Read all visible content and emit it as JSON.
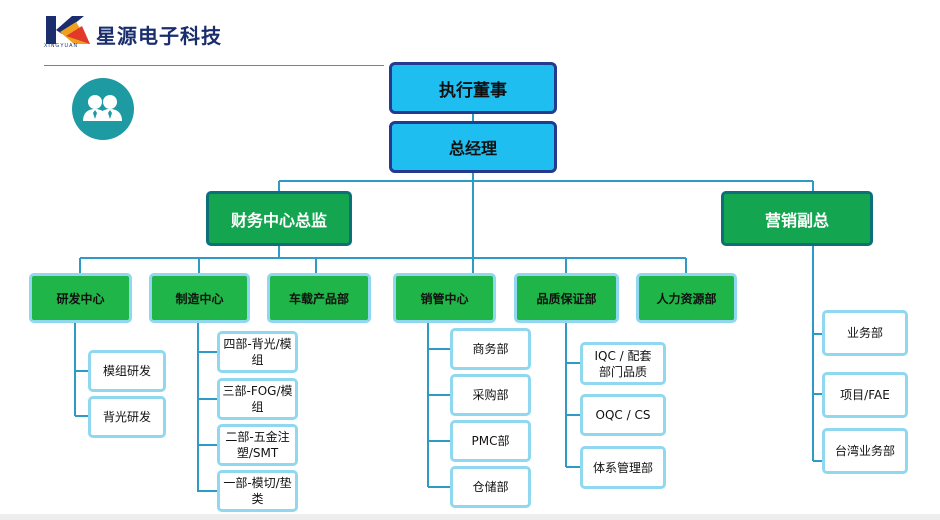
{
  "header": {
    "company_name": "星源电子科技",
    "logo_subtext": "XINGYUAN",
    "logo_icon": "k-logo-icon",
    "people_icon": "people-group-icon"
  },
  "colors": {
    "top_fill": "#1fbef1",
    "top_border": "#243a8f",
    "level2_fill": "#13a54f",
    "dept_fill": "#20b548",
    "dept_border": "#8fd8f0",
    "connector": "#2e9bc5",
    "brand_navy": "#1a2e6e"
  },
  "org": {
    "executive_director": "执行董事",
    "general_manager": "总经理",
    "finance_director": "财务中心总监",
    "sales_vp": "营销副总",
    "departments": {
      "rd": "研发中心",
      "manufacturing": "制造中心",
      "automotive": "车载产品部",
      "sales_mgmt": "销管中心",
      "quality": "品质保证部",
      "hr": "人力资源部"
    },
    "rd_units": [
      "模组研发",
      "背光研发"
    ],
    "manufacturing_units": [
      "四部-背光/模组",
      "三部-FOG/模组",
      "二部-五金注塑/SMT",
      "一部-模切/垫类"
    ],
    "sales_mgmt_units": [
      "商务部",
      "采购部",
      "PMC部",
      "仓储部"
    ],
    "quality_units": [
      "IQC / 配套部门品质",
      "OQC / CS",
      "体系管理部"
    ],
    "sales_vp_units": [
      "业务部",
      "项目/FAE",
      "台湾业务部"
    ]
  }
}
